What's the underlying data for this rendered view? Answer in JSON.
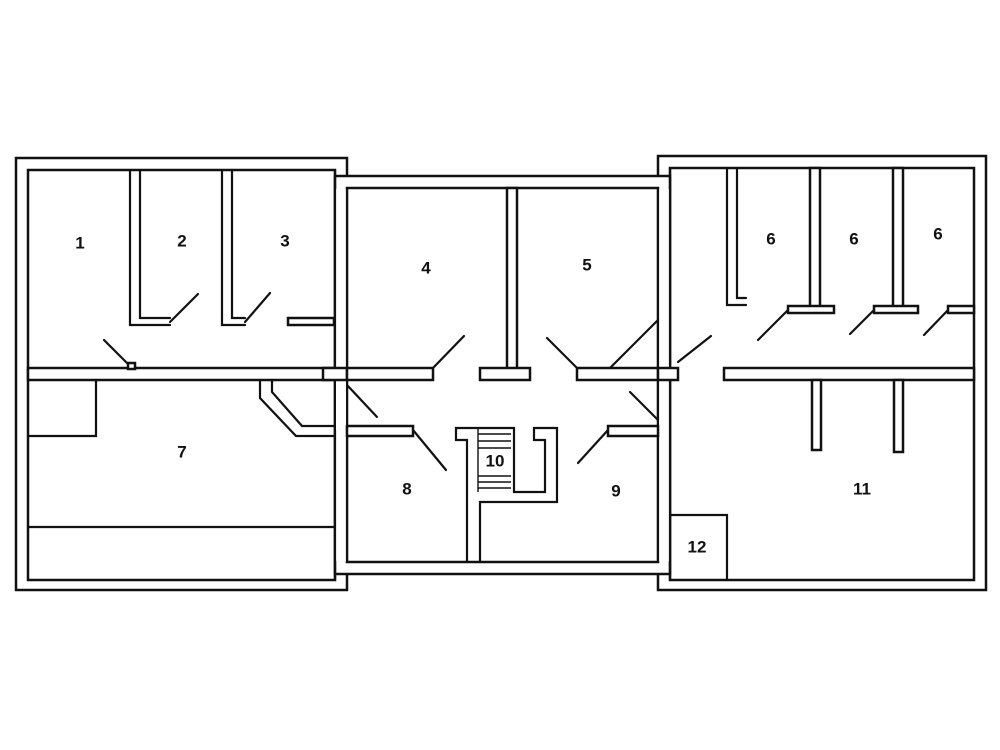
{
  "rooms": [
    {
      "id": "room-1",
      "label": "1"
    },
    {
      "id": "room-2",
      "label": "2"
    },
    {
      "id": "room-3",
      "label": "3"
    },
    {
      "id": "room-4",
      "label": "4"
    },
    {
      "id": "room-5",
      "label": "5"
    },
    {
      "id": "room-6a",
      "label": "6"
    },
    {
      "id": "room-6b",
      "label": "6"
    },
    {
      "id": "room-6c",
      "label": "6"
    },
    {
      "id": "room-7",
      "label": "7"
    },
    {
      "id": "room-8",
      "label": "8"
    },
    {
      "id": "room-9",
      "label": "9"
    },
    {
      "id": "room-10",
      "label": "10"
    },
    {
      "id": "room-11",
      "label": "11"
    },
    {
      "id": "room-12",
      "label": "12"
    }
  ],
  "colors": {
    "ink": "#111111",
    "paper": "#ffffff"
  }
}
